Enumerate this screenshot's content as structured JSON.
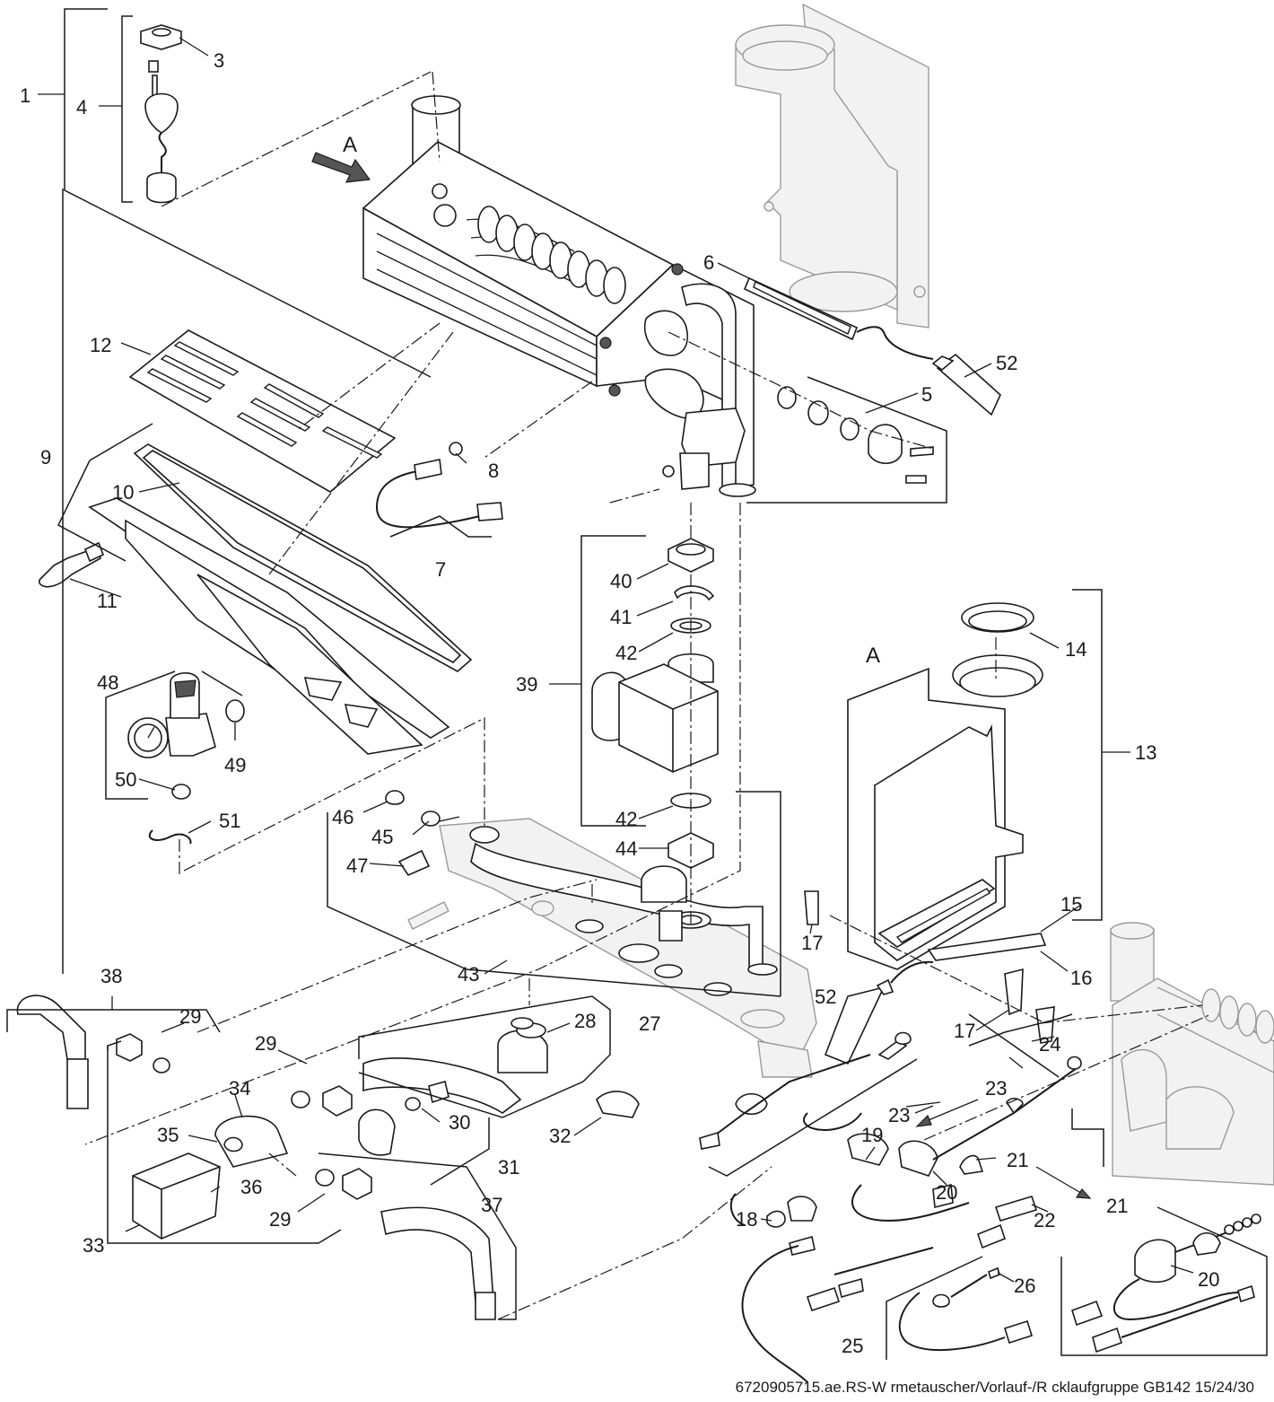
{
  "view_labels": {
    "a_arrow": "A",
    "a_panel": "A"
  },
  "callouts": {
    "c1": "1",
    "c3": "3",
    "c4": "4",
    "c5": "5",
    "c6": "6",
    "c7": "7",
    "c8": "8",
    "c9": "9",
    "c10": "10",
    "c11": "11",
    "c12": "12",
    "c13": "13",
    "c14": "14",
    "c15": "15",
    "c16": "16",
    "c17a": "17",
    "c17b": "17",
    "c18": "18",
    "c19": "19",
    "c20a": "20",
    "c20b": "20",
    "c21a": "21",
    "c21b": "21",
    "c22": "22",
    "c23a": "23",
    "c23b": "23",
    "c24": "24",
    "c25": "25",
    "c26": "26",
    "c27": "27",
    "c28": "28",
    "c29a": "29",
    "c29b": "29",
    "c29c": "29",
    "c30": "30",
    "c31": "31",
    "c32": "32",
    "c33": "33",
    "c34": "34",
    "c35": "35",
    "c36": "36",
    "c37": "37",
    "c38": "38",
    "c39": "39",
    "c40": "40",
    "c41": "41",
    "c42a": "42",
    "c42b": "42",
    "c43": "43",
    "c44": "44",
    "c45": "45",
    "c46": "46",
    "c47": "47",
    "c48": "48",
    "c49": "49",
    "c50": "50",
    "c51": "51",
    "c52a": "52",
    "c52b": "52"
  },
  "footer": {
    "caption": "6720905715.ae.RS-W rmetauscher/Vorlauf-/R cklaufgruppe GB142 15/24/30"
  },
  "icons": {
    "direction_arrow": "arrow-icon",
    "pressure_gauge": "gauge-icon"
  }
}
